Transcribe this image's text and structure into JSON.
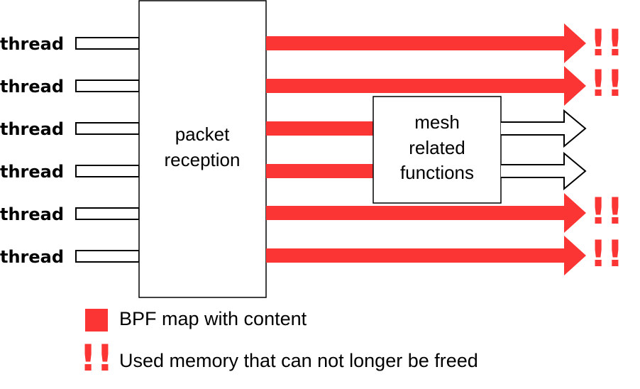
{
  "threads": [
    "thread",
    "thread",
    "thread",
    "thread",
    "thread",
    "thread"
  ],
  "packet_box": {
    "line1": "packet",
    "line2": "reception"
  },
  "mesh_box": {
    "line1": "mesh",
    "line2": "related",
    "line3": "functions"
  },
  "warning_mark": "!!",
  "legend": {
    "map_label": "BPF map with content",
    "warning_label": "Used memory that can not longer be freed"
  },
  "colors": {
    "accent": "#fb3434",
    "stroke": "#000000",
    "background": "#ffffff"
  }
}
